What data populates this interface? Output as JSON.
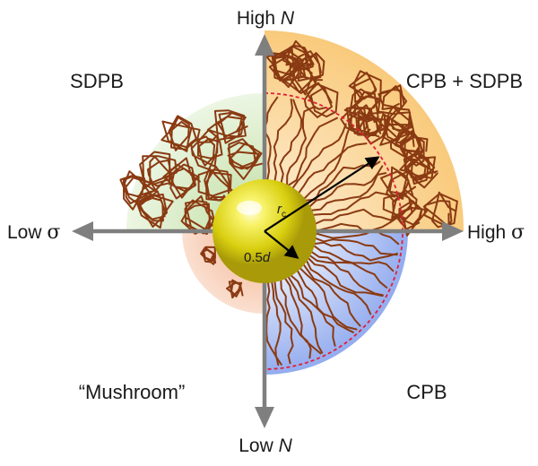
{
  "axes": {
    "top": {
      "prefix": "High ",
      "symbol": "N"
    },
    "bottom": {
      "prefix": "Low ",
      "symbol": "N"
    },
    "left": {
      "prefix": "Low ",
      "symbol": "σ"
    },
    "right": {
      "prefix": "High ",
      "symbol": "σ"
    }
  },
  "regions": {
    "top_left": "SDPB",
    "top_right": "CPB + SDPB",
    "bottom_left": "“Mushroom”",
    "bottom_right": "CPB"
  },
  "annotations": {
    "rc_main": "r",
    "rc_sub": "c",
    "half_d_num": "0.5",
    "half_d_var": "d"
  },
  "colors": {
    "green_region": "#cfe6b8",
    "orange_region": "#fbd48a",
    "salmon_region": "#f4bfa4",
    "blue_region": "#9fb6f2",
    "chain": "#8a3a12",
    "axis": "#7f7f7f",
    "dashed_circle": "#e0203a",
    "nanoparticle": "#e6e21a"
  }
}
